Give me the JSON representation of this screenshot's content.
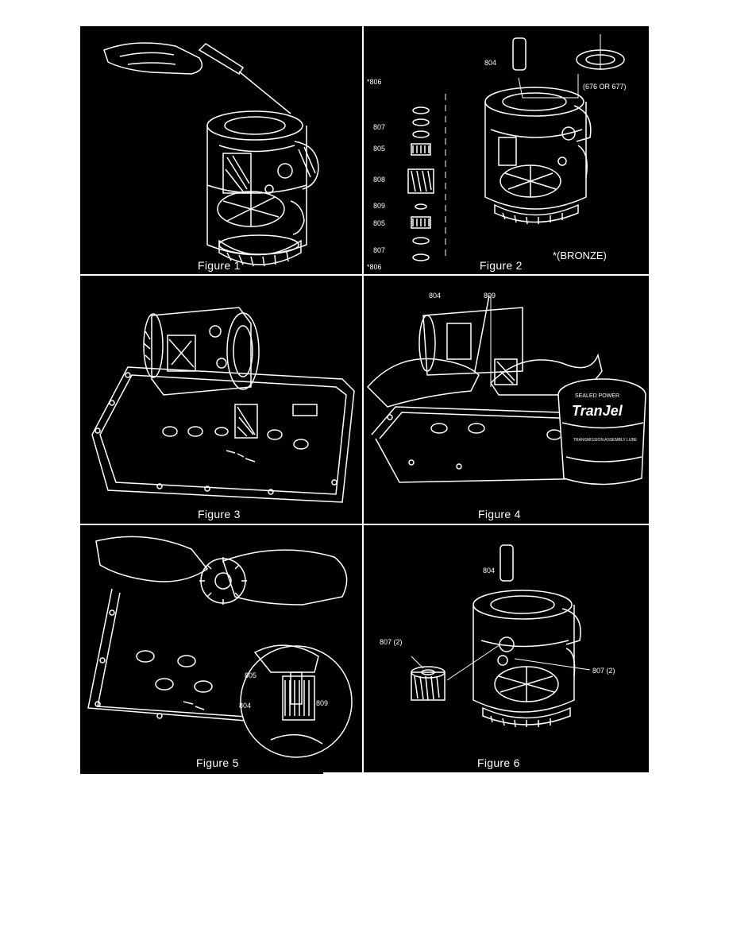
{
  "figures": [
    {
      "caption": "Figure 1",
      "callouts": []
    },
    {
      "caption": "Figure 2",
      "note": "*(BRONZE)",
      "callouts": [
        "804",
        "(676 OR 677)",
        "*806",
        "807",
        "805",
        "808",
        "809",
        "805",
        "807",
        "*806"
      ]
    },
    {
      "caption": "Figure 3",
      "callouts": []
    },
    {
      "caption": "Figure 4",
      "callouts": [
        "804",
        "809"
      ],
      "jar_label": [
        "SEALED POWER",
        "TranJel",
        "TRANSMISSION ASSEMBLY LUBE"
      ]
    },
    {
      "caption": "Figure 5",
      "callouts": [
        "805",
        "804",
        "809"
      ]
    },
    {
      "caption": "Figure 6",
      "callouts": [
        "804",
        "807 (2)",
        "807 (2)"
      ]
    }
  ],
  "colors": {
    "background": "#000000",
    "line_art": "#ffffff",
    "page": "#ffffff"
  }
}
